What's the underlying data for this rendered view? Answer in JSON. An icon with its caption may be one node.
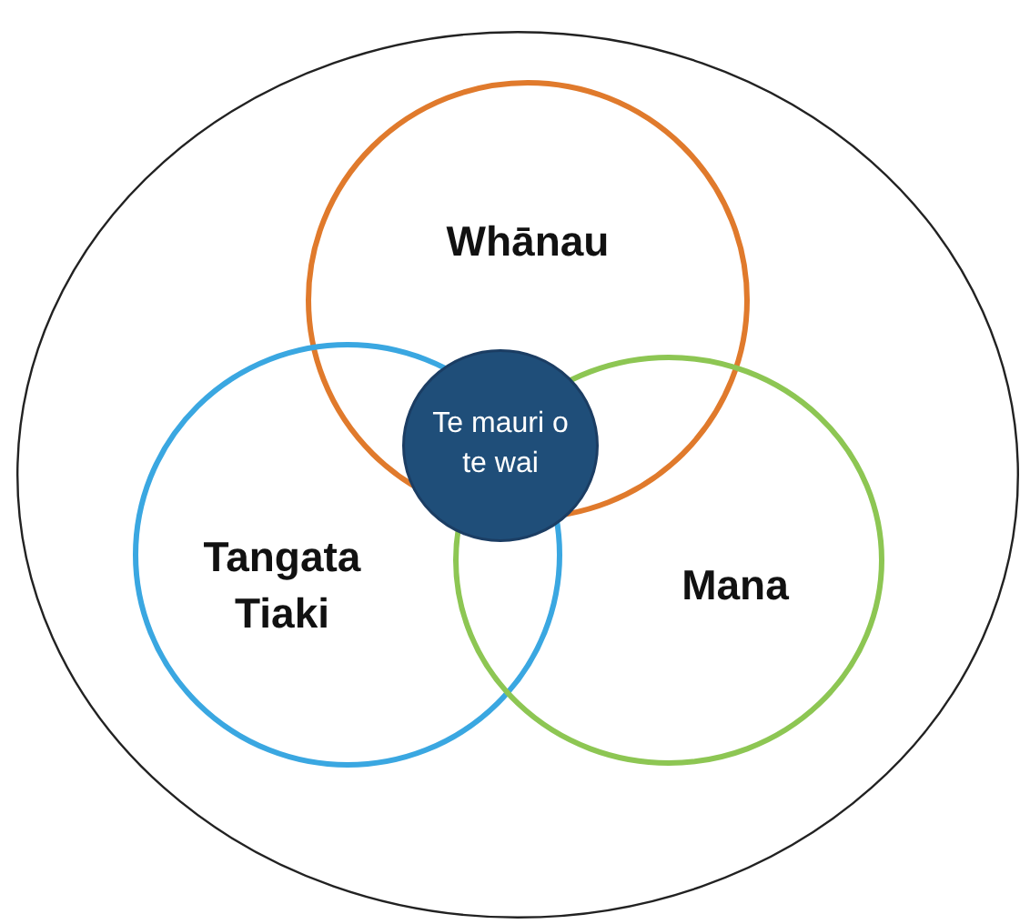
{
  "diagram": {
    "nodes": [
      {
        "text": [],
        "shape": "circle"
      },
      {
        "text": [
          "Whānau"
        ],
        "in": 0
      },
      {
        "text": [
          "Tangata Tiaki"
        ],
        "in": 0
      },
      {
        "text": [
          "Mana"
        ],
        "in": 0
      },
      {
        "text": [
          "Te mauri o te wai"
        ],
        "in": 0
      }
    ]
  }
}
